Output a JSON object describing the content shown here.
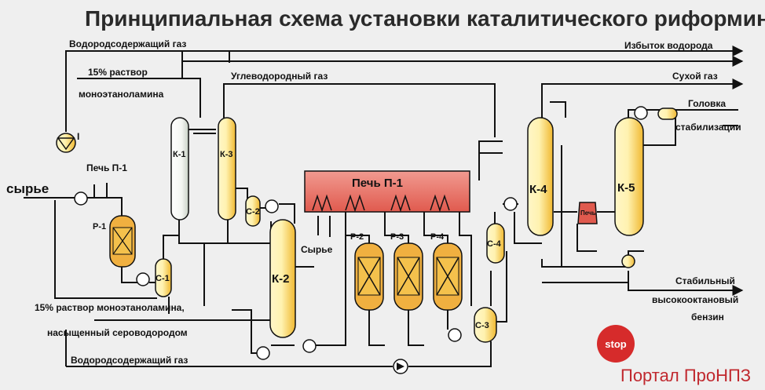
{
  "title": "Принципиальная схема установки каталитического риформинга",
  "streams": {
    "hydrogen_gas_top": "Водородсодержащий газ",
    "excess_hydrogen": "Избыток водорода",
    "mea_15_line1": "15% раствор",
    "mea_15_line2": "моноэтаноламина",
    "hydrocarbon_gas": "Углеводородный газ",
    "dry_gas": "Сухой газ",
    "stab_head_line1": "Головка",
    "stab_head_line2": "стабилизации",
    "feed": "сырье",
    "feed_small": "Сырье",
    "mea_saturated_line1": "15% раствор моноэтаноламина,",
    "mea_saturated_line2": "насыщенный сероводородом",
    "stable_gasoline_line1": "Стабильный",
    "stable_gasoline_line2": "высокооктановый",
    "stable_gasoline_line3": "бензин",
    "hydrogen_gas_bottom": "Водородсодержащий газ"
  },
  "equipment": {
    "furnace_small": "Печь П-1",
    "furnace_big": "Печь П-1",
    "furnace_k5": "Печь",
    "pump_mark": "I",
    "r1": "Р-1",
    "r2": "Р-2",
    "r3": "Р-3",
    "r4": "Р-4",
    "k1": "К-1",
    "k2": "К-2",
    "k3": "К-3",
    "k4": "К-4",
    "k5": "К-5",
    "c1": "С-1",
    "c2": "С-2",
    "c3": "С-3",
    "c4": "С-4"
  },
  "brand": {
    "stop_badge": "stop",
    "portal": "Портал ПроНПЗ",
    "badge_color": "#d62b2b",
    "portal_color": "#c0282e"
  },
  "colors": {
    "vessel_yellow": "#f2c43a",
    "vessel_light": "#fff8d0",
    "furnace_red": "#e8746a",
    "reactor_orange": "#f0b040"
  }
}
